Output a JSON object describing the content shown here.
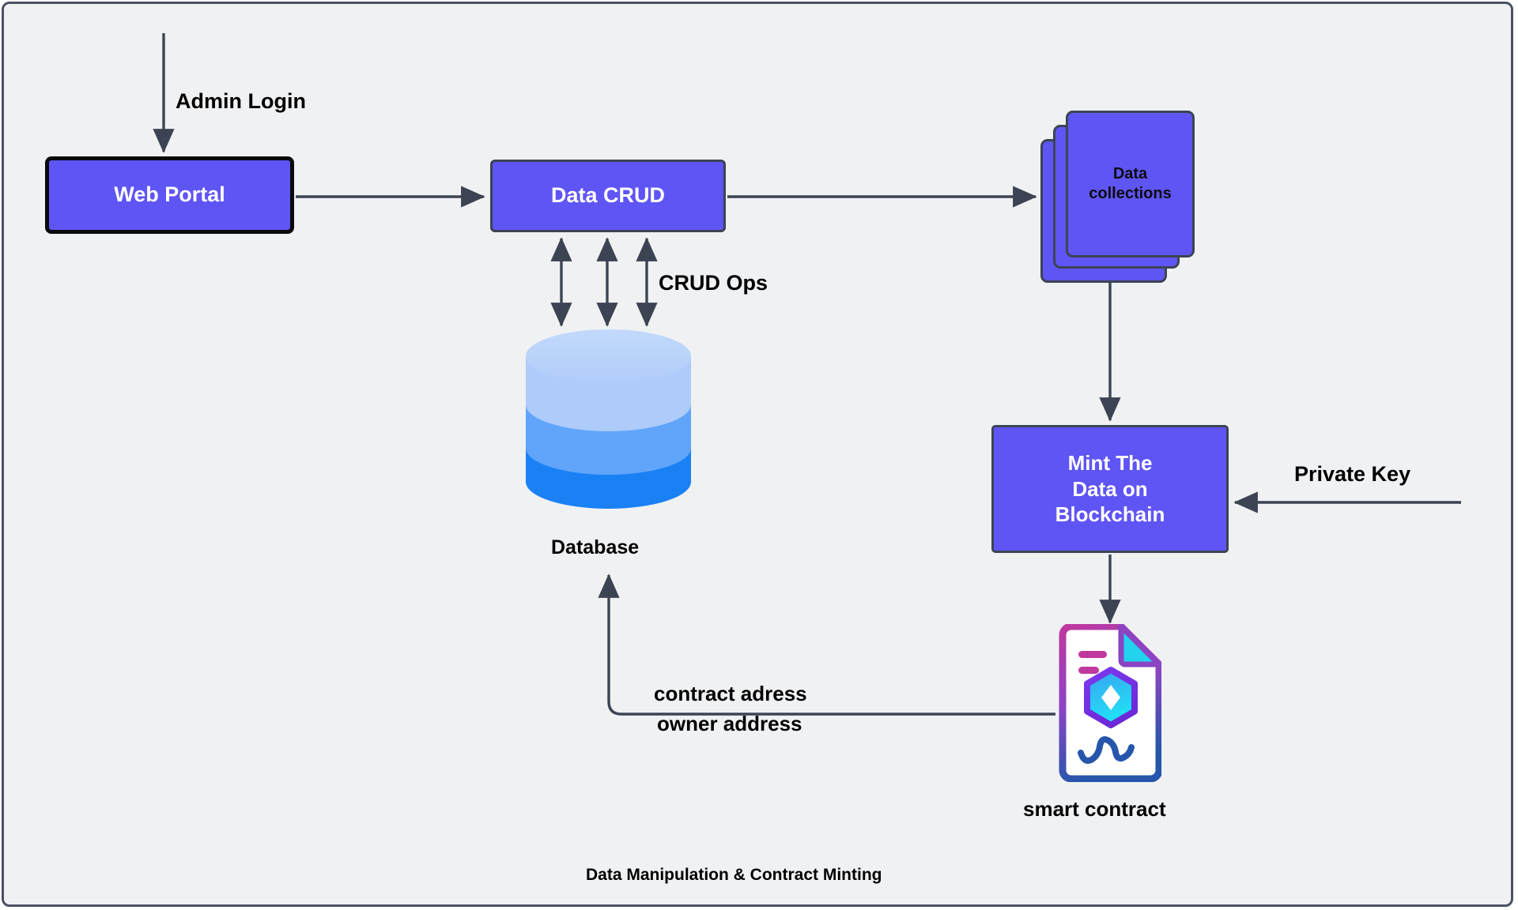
{
  "diagram": {
    "title": "Data Manipulation & Contract Minting",
    "background_color": "#f0f1f3",
    "frame_border_color": "#4b5263",
    "accent_purple": "#5f55f5",
    "arrow_color": "#3c4453"
  },
  "nodes": {
    "web_portal": {
      "label": "Web Portal",
      "fill": "#5f55f5",
      "text_color": "#ffffff",
      "border_color": "#0a0a0a"
    },
    "data_crud": {
      "label": "Data CRUD",
      "fill": "#5f55f5",
      "text_color": "#ffffff",
      "border_color": "#3c4453"
    },
    "data_collections": {
      "label": "Data\ncollections",
      "line1": "Data",
      "line2": "collections",
      "fill": "#5f55f5",
      "text_color": "#0c0c10",
      "stack_count": 3
    },
    "mint": {
      "line1": "Mint The",
      "line2": "Data on",
      "line3": "Blockchain",
      "fill": "#5f55f5",
      "text_color": "#ffffff"
    },
    "database": {
      "caption": "Database",
      "band_top": "#aecbfa",
      "band_mid": "#60a5fa",
      "band_bottom": "#1a81f5"
    },
    "smart_contract": {
      "caption": "smart contract",
      "border_top_color": "#c0399f",
      "border_bottom_color": "#2556ac",
      "fold_color": "#22d3ee",
      "hex_outer": "#7c3aed",
      "hex_inner": "#22d3ee"
    }
  },
  "edges": {
    "admin_login": {
      "label": "Admin Login"
    },
    "portal_to_crud": {
      "label": ""
    },
    "crud_to_collections": {
      "label": ""
    },
    "crud_ops": {
      "label": "CRUD Ops",
      "bidirectional": true,
      "count": 3
    },
    "collections_to_mint": {
      "label": ""
    },
    "private_key": {
      "label": "Private Key"
    },
    "mint_to_contract": {
      "label": ""
    },
    "contract_to_database": {
      "label_line1": "contract adress",
      "label_line2": "owner address"
    }
  },
  "footer": {
    "caption": "Data Manipulation & Contract Minting"
  }
}
